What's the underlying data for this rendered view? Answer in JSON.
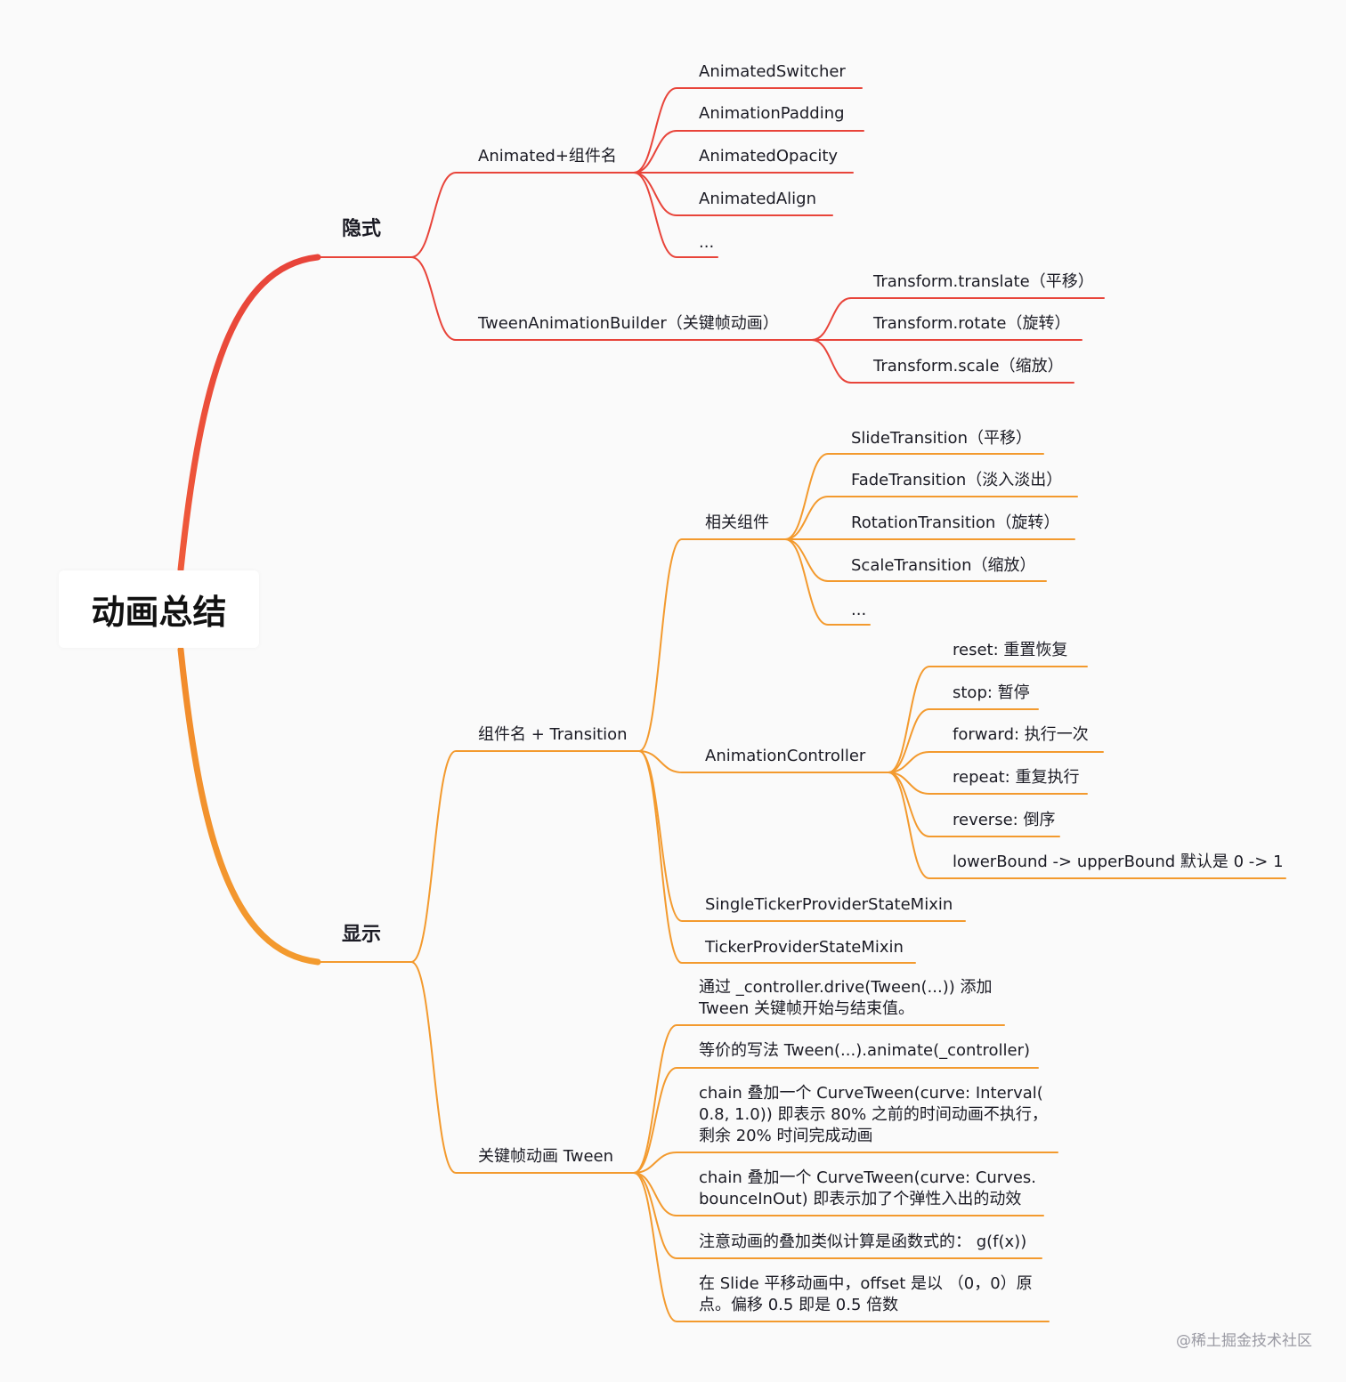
{
  "root": "动画总结",
  "colors": {
    "implicit": "#e8443a",
    "explicit": "#f39a2e"
  },
  "branches": [
    {
      "id": "implicit",
      "label": "隐式",
      "children": [
        {
          "label": "Animated+组件名",
          "children": [
            "AnimatedSwitcher",
            "AnimationPadding",
            "AnimatedOpacity",
            "AnimatedAlign",
            "..."
          ]
        },
        {
          "label": "TweenAnimationBuilder（关键帧动画）",
          "children": [
            "Transform.translate（平移）",
            "Transform.rotate（旋转）",
            "Transform.scale（缩放）"
          ]
        }
      ]
    },
    {
      "id": "explicit",
      "label": "显示",
      "children": [
        {
          "label": "组件名 + Transition",
          "children": [
            {
              "label": "相关组件",
              "children": [
                "SlideTransition（平移）",
                "FadeTransition（淡入淡出）",
                "RotationTransition（旋转）",
                "ScaleTransition（缩放）",
                "..."
              ]
            },
            {
              "label": "AnimationController",
              "children": [
                "reset: 重置恢复",
                "stop: 暂停",
                "forward: 执行一次",
                "repeat: 重复执行",
                "reverse: 倒序",
                "lowerBound -> upperBound 默认是 0 -> 1"
              ]
            },
            {
              "label": "SingleTickerProviderStateMixin"
            },
            {
              "label": "TickerProviderStateMixin"
            }
          ]
        },
        {
          "label": "关键帧动画 Tween",
          "children": [
            " 通过 _controller.drive(Tween(...)) 添加\nTween 关键帧开始与结束值。",
            "等价的写法 Tween(...).animate(_controller)",
            "chain 叠加一个 CurveTween(curve: Interval(\n0.8, 1.0))  即表示 80% 之前的时间动画不执行，\n剩余 20% 时间完成动画",
            "chain 叠加一个 CurveTween(curve: Curves.\nbounceInOut)  即表示加了个弹性入出的动效",
            "注意动画的叠加类似计算是函数式的：  g(f(x))",
            "在 Slide 平移动画中，offset 是以 （0，0）原\n点。偏移 0.5 即是 0.5 倍数"
          ]
        }
      ]
    }
  ],
  "watermark": "@稀土掘金技术社区"
}
